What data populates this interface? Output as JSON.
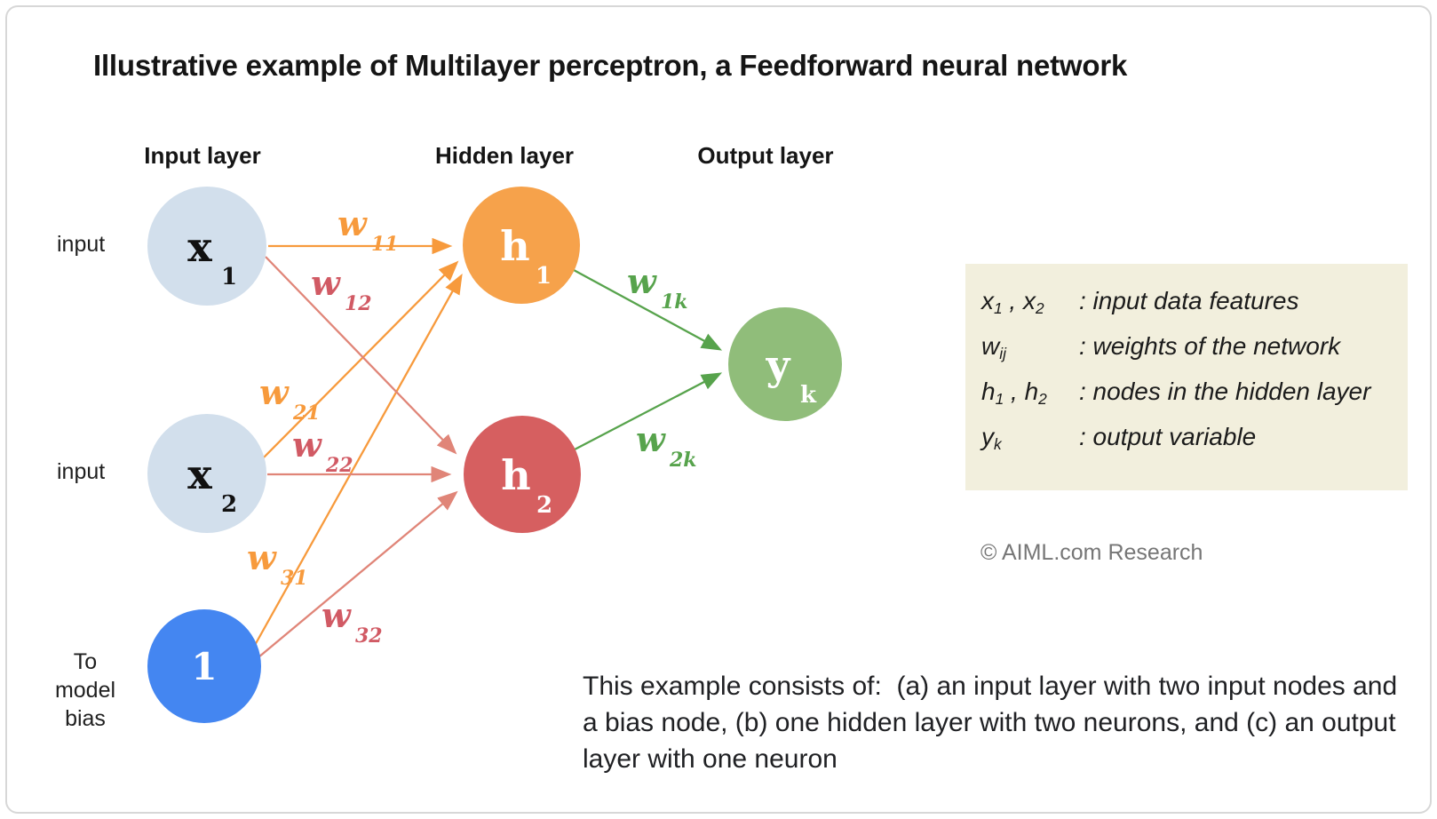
{
  "title": "Illustrative example of Multilayer perceptron, a Feedforward neural network",
  "layer_headers": {
    "input": "Input layer",
    "hidden": "Hidden layer",
    "output": "Output layer"
  },
  "side_labels": {
    "input1": "input",
    "input2": "input",
    "bias": [
      "To",
      "model",
      "bias"
    ]
  },
  "nodes": {
    "x1": {
      "label": "x",
      "sub": "1",
      "fill": "#d2dfec",
      "text_color": "#111111"
    },
    "x2": {
      "label": "x",
      "sub": "2",
      "fill": "#d2dfec",
      "text_color": "#111111"
    },
    "bias": {
      "label": "1",
      "fill": "#4486f1",
      "text_color": "#ffffff"
    },
    "h1": {
      "label": "h",
      "sub": "1",
      "fill": "#f6a24b",
      "text_color": "#ffffff"
    },
    "h2": {
      "label": "h",
      "sub": "2",
      "fill": "#d65f60",
      "text_color": "#ffffff"
    },
    "yk": {
      "label": "y",
      "sub": "k",
      "fill": "#90bd7a",
      "text_color": "#ffffff"
    }
  },
  "weights": {
    "w11": {
      "main": "w",
      "sub": "11",
      "color": "#f79a3c"
    },
    "w12": {
      "main": "w",
      "sub": "12",
      "color": "#d15a64"
    },
    "w21": {
      "main": "w",
      "sub": "21",
      "color": "#f79a3c"
    },
    "w22": {
      "main": "w",
      "sub": "22",
      "color": "#d15a64"
    },
    "w31": {
      "main": "w",
      "sub": "31",
      "color": "#f79a3c"
    },
    "w32": {
      "main": "w",
      "sub": "32",
      "color": "#d15a64"
    },
    "w1k": {
      "main": "w",
      "sub": "1k",
      "color": "#57a34c"
    },
    "w2k": {
      "main": "w",
      "sub": "2k",
      "color": "#57a34c"
    }
  },
  "arrow_colors": {
    "orange": "#f79a3c",
    "red": "#e08578",
    "green": "#57a34c"
  },
  "legend": {
    "background": "#f2efdd",
    "lines": [
      {
        "s1": "x",
        "sub1": "1",
        "s2": " , x",
        "sub2": "2",
        "text": ": input data features"
      },
      {
        "s1": "w",
        "sub1": "ij",
        "s2": "",
        "sub2": "",
        "text": ": weights of the network"
      },
      {
        "s1": "h",
        "sub1": "1",
        "s2": " , h",
        "sub2": "2",
        "text": ": nodes in the hidden layer"
      },
      {
        "s1": "y",
        "sub1": "k",
        "s2": "",
        "sub2": "",
        "text": ": output variable"
      }
    ]
  },
  "copyright": "© AIML.com Research",
  "description": [
    "This example consists of:  (a) an input layer with two input nodes and",
    "a bias node, (b) one hidden layer with two neurons, and (c) an output",
    "layer with one neuron"
  ]
}
